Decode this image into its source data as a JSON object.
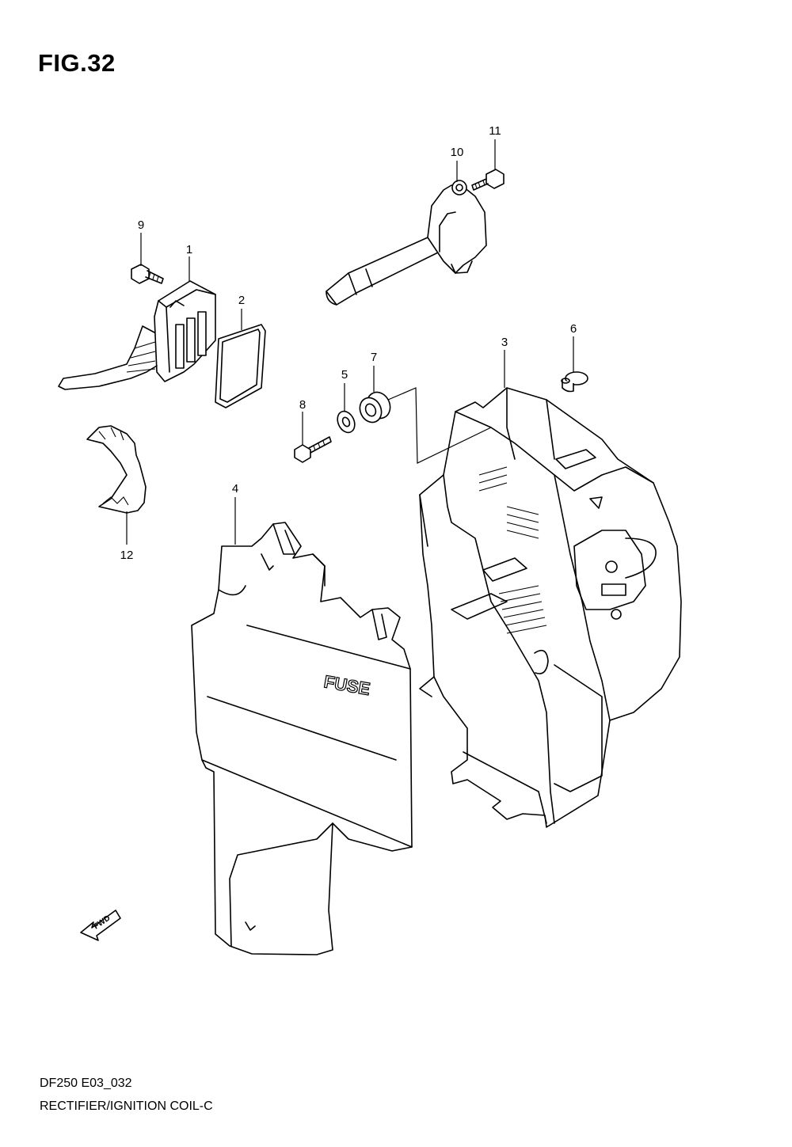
{
  "figure": {
    "title": "FIG.32",
    "model_code": "DF250 E03_032",
    "caption": "RECTIFIER/IGNITION COIL-C"
  },
  "callouts": [
    {
      "id": "c1",
      "label": "1"
    },
    {
      "id": "c2",
      "label": "2"
    },
    {
      "id": "c3",
      "label": "3"
    },
    {
      "id": "c4",
      "label": "4"
    },
    {
      "id": "c5",
      "label": "5"
    },
    {
      "id": "c6",
      "label": "6"
    },
    {
      "id": "c7",
      "label": "7"
    },
    {
      "id": "c8",
      "label": "8"
    },
    {
      "id": "c9",
      "label": "9"
    },
    {
      "id": "c10",
      "label": "10"
    },
    {
      "id": "c11",
      "label": "11"
    },
    {
      "id": "c12",
      "label": "12"
    }
  ],
  "parts": {
    "fuse_label": "FUSE",
    "fwd_label": "FWD"
  }
}
